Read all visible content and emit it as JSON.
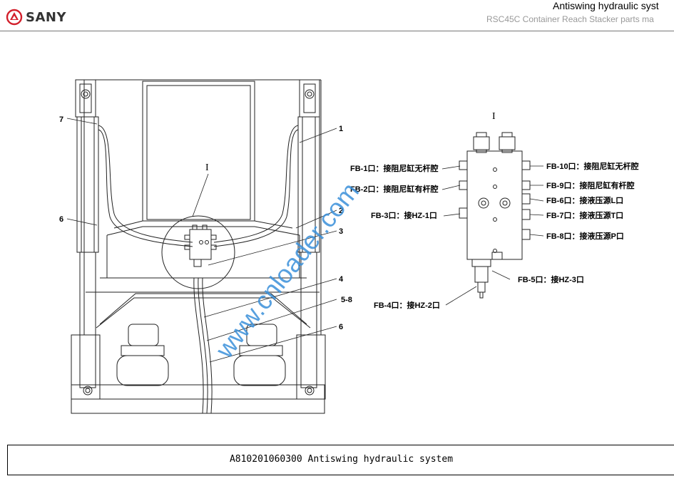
{
  "header": {
    "brand": "SANY",
    "title": "Antiswing hydraulic syst",
    "subtitle": "RSC45C Container Reach Stacker  parts ma"
  },
  "figure": {
    "detail_mark_left": "I",
    "detail_mark_right": "I",
    "callouts_left": [
      "7",
      "6"
    ],
    "callouts_right": [
      "1",
      "2",
      "3",
      "4",
      "5-8",
      "6"
    ],
    "ports_left": [
      "FB-1口：接阻尼缸无杆腔",
      "FB-2口：接阻尼缸有杆腔",
      "FB-3口：接HZ-1口",
      "FB-4口：接HZ-2口"
    ],
    "ports_right": [
      "FB-10口：接阻尼缸无杆腔",
      "FB-9口：接阻尼缸有杆腔",
      "FB-6口：接液压源L口",
      "FB-7口：接液压源T口",
      "FB-8口：接液压源P口",
      "FB-5口：接HZ-3口"
    ],
    "watermark": "www.cnloader.com"
  },
  "caption": "A810201060300 Antiswing hydraulic system"
}
